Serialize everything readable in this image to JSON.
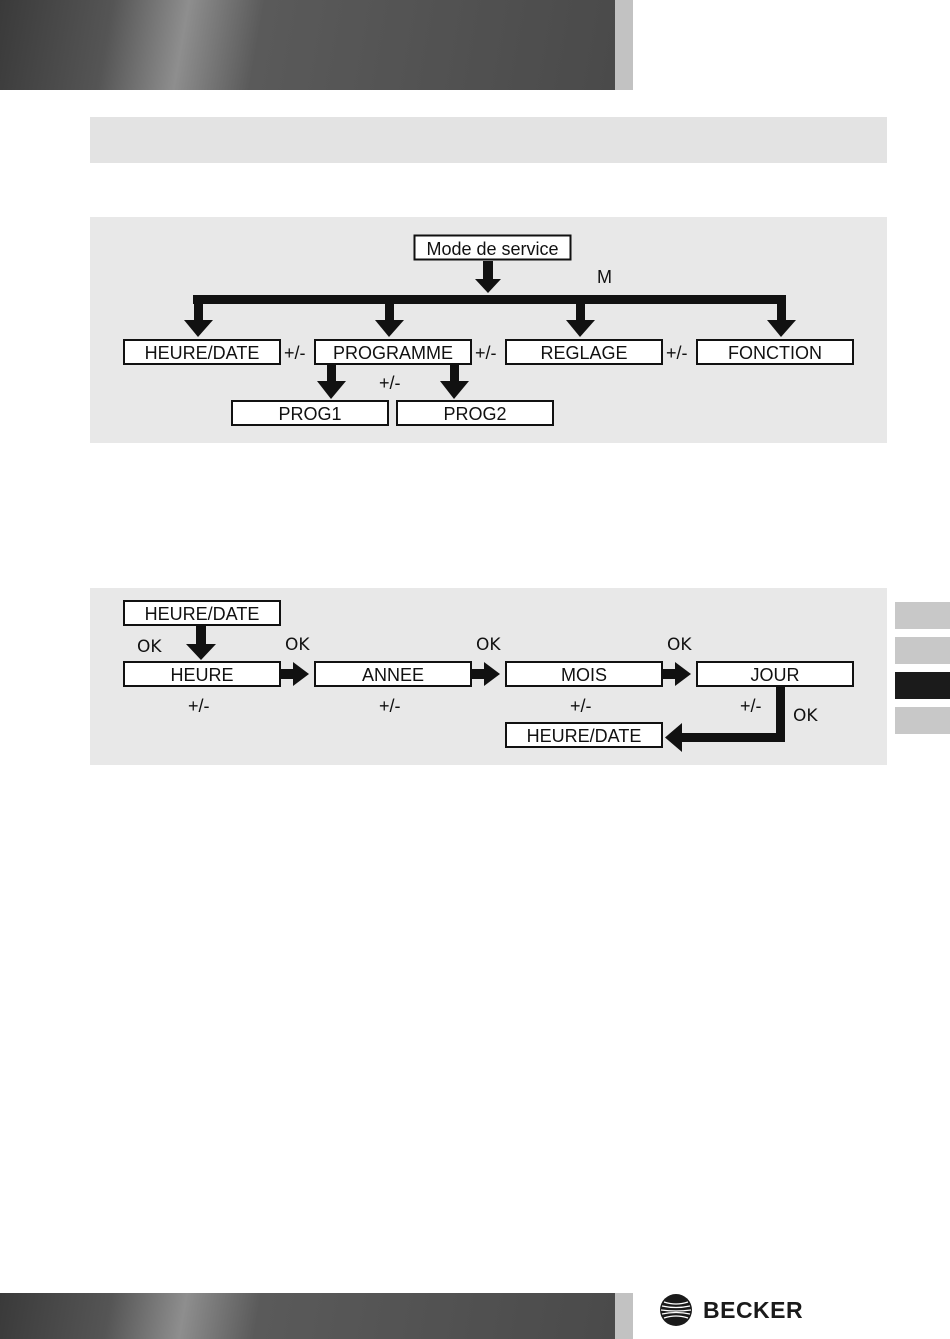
{
  "diagram1": {
    "mode_service": "Mode de service",
    "m_key": "M",
    "items": [
      "HEURE/DATE",
      "PROGRAMME",
      "REGLAGE",
      "FONCTION"
    ],
    "pm": "+/-",
    "sub_items": [
      "PROG1",
      "PROG2"
    ]
  },
  "diagram2": {
    "start": "HEURE/DATE",
    "ok": "OK",
    "steps": [
      "HEURE",
      "ANNEE",
      "MOIS",
      "JOUR"
    ],
    "pm": "+/-",
    "end": "HEURE/DATE"
  },
  "tabs": [
    {
      "active": false
    },
    {
      "active": false
    },
    {
      "active": true
    },
    {
      "active": false
    }
  ],
  "brand": {
    "name": "BECKER"
  },
  "colors": {
    "dark": "#1b1b1b",
    "panel": "#e8e8e8",
    "tab": "#c8c8c8"
  }
}
